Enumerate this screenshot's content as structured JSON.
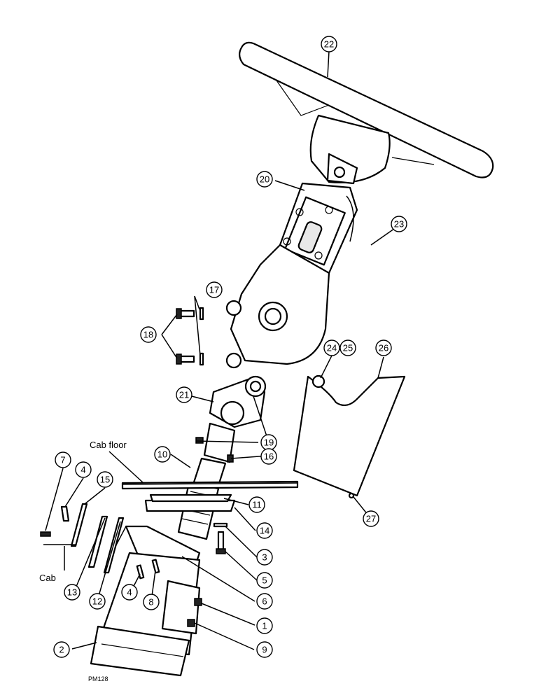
{
  "labels": {
    "cab_floor": "Cab floor",
    "cab": "Cab",
    "figure_code": "PM128"
  },
  "callouts": [
    "22",
    "20",
    "23",
    "17",
    "18",
    "24",
    "25",
    "26",
    "21",
    "19",
    "16",
    "10",
    "7",
    "4",
    "15",
    "11",
    "14",
    "3",
    "5",
    "13",
    "12",
    "4",
    "8",
    "6",
    "1",
    "2",
    "9",
    "27"
  ]
}
